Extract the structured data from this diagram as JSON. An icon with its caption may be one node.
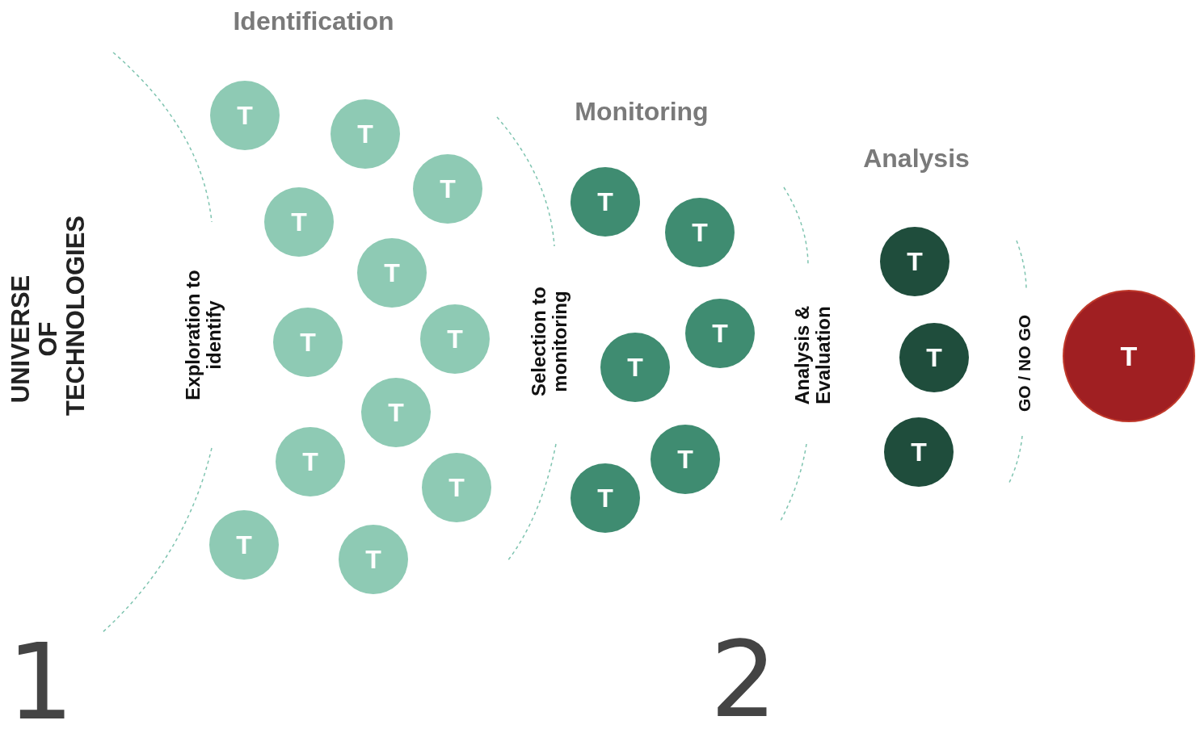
{
  "diagram": {
    "nodes": [
      {
        "text": [
          "T"
        ]
      },
      {
        "text": [
          "T"
        ]
      },
      {
        "text": [
          "T"
        ]
      },
      {
        "text": [
          "T"
        ]
      },
      {
        "text": [
          "T"
        ]
      },
      {
        "text": [
          "T"
        ]
      },
      {
        "text": [
          "T"
        ]
      },
      {
        "text": [
          "T"
        ]
      },
      {
        "text": [
          "T"
        ]
      },
      {
        "text": [
          "T"
        ]
      },
      {
        "text": [
          "T"
        ]
      },
      {
        "text": [
          "T"
        ]
      },
      {
        "text": [
          "T"
        ]
      },
      {
        "text": [
          "T"
        ]
      },
      {
        "text": [
          "T"
        ]
      },
      {
        "text": [
          "T"
        ]
      },
      {
        "text": [
          "T"
        ]
      },
      {
        "text": [
          "T"
        ]
      },
      {
        "text": [
          "T"
        ]
      },
      {
        "text": [
          "T"
        ]
      },
      {
        "text": [
          "T"
        ]
      },
      {
        "text": [
          "T"
        ]
      }
    ],
    "labels": [
      "Identification",
      "Monitoring",
      "Analysis",
      "UNIVERSE OF TECHNOLOGIES",
      "Exploration to identify",
      "Selection to monitoring",
      "Analysis & Evaluation",
      "GO / NO GO",
      "1",
      "2"
    ]
  }
}
